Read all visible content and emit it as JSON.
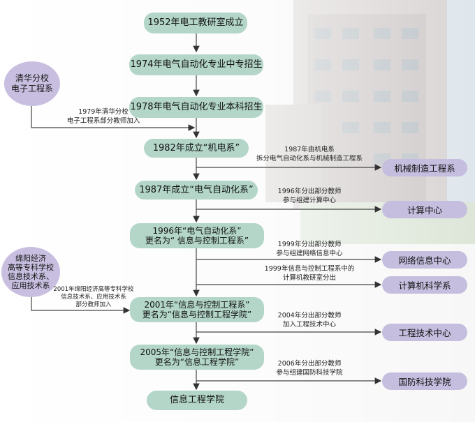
{
  "timeline": [
    {
      "label": "1952年电工教研室成立"
    },
    {
      "label": "1974年电气自动化专业中专招生"
    },
    {
      "label": "1978年电气自动化专业本科招生"
    },
    {
      "label": "1982年成立“机电系”"
    },
    {
      "label": "1987年成立“电气自动化系”"
    },
    {
      "label": "1996年“电气自动化系”\n更名为“ 信息与控制工程系”"
    },
    {
      "label": "2001年“信息与控制工程系”\n更名为“信息与控制工程学院”"
    },
    {
      "label": "2005年“信息与控制工程学院”\n更名为“信息工程学院”"
    },
    {
      "label": "信息工程学院"
    }
  ],
  "sources": [
    {
      "label": "清华分校\n电子工程系",
      "note": "1979年清华分校\n电子工程系部分教师加入"
    },
    {
      "label": "绵阳经济\n高等专科学校\n信息技术系、\n应用技术系",
      "note": "2001年绵阳经济高等专科学校\n信息技术系、应用技术系\n部分教师加入"
    }
  ],
  "branches": [
    {
      "label": "机械制造工程系",
      "note": "1987年由机电系\n拆分电气自动化系与机械制造工程系"
    },
    {
      "label": "计算中心",
      "note": "1996年分出部分教师\n参与组建计算中心"
    },
    {
      "label": "网络信息中心",
      "note": "1999年分出部分教师\n参与组建网络信息中心"
    },
    {
      "label": "计算机科学系",
      "note": "1999年信息与控制工程系中的\n计算机教研室分出"
    },
    {
      "label": "工程技术中心",
      "note": "2004年分出部分教师\n加入工程技术中心"
    },
    {
      "label": "国防科技学院",
      "note": "2006年分出部分教师\n参与组建国防科技学院"
    }
  ]
}
